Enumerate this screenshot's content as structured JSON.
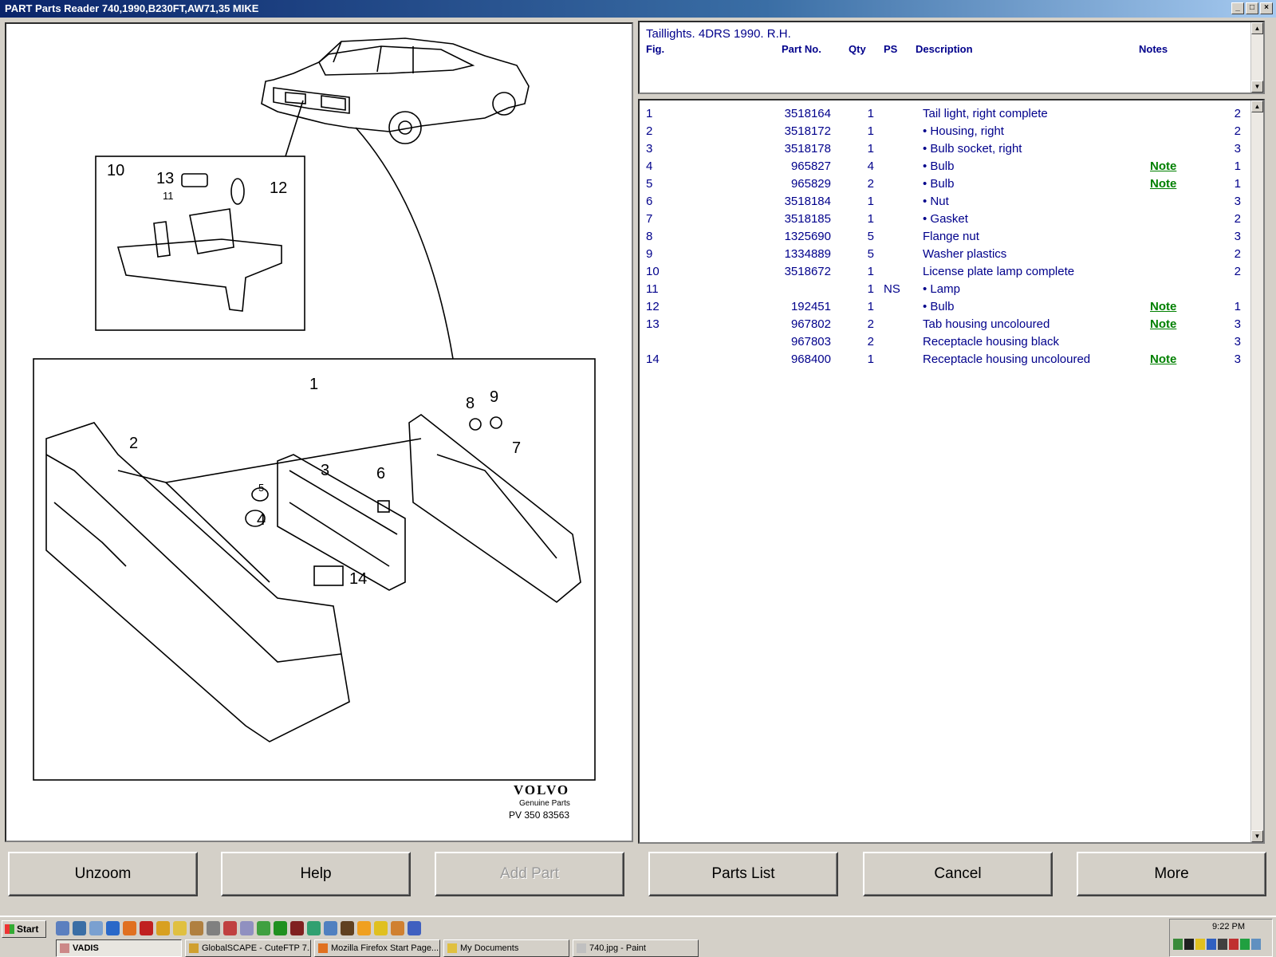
{
  "window": {
    "title": "PART Parts Reader 740,1990,B230FT,AW71,35 MIKE"
  },
  "header": {
    "title": "Taillights. 4DRS 1990. R.H.",
    "columns": {
      "fig": "Fig.",
      "part": "Part No.",
      "qty": "Qty",
      "ps": "PS",
      "desc": "Description",
      "notes": "Notes"
    }
  },
  "parts": [
    {
      "fig": "1",
      "part": "3518164",
      "qty": "1",
      "ps": "",
      "desc": "Tail light, right complete",
      "note": "",
      "rt": "2"
    },
    {
      "fig": "2",
      "part": "3518172",
      "qty": "1",
      "ps": "",
      "desc": "• Housing, right",
      "note": "",
      "rt": "2"
    },
    {
      "fig": "3",
      "part": "3518178",
      "qty": "1",
      "ps": "",
      "desc": "• Bulb socket, right",
      "note": "",
      "rt": "3"
    },
    {
      "fig": "4",
      "part": "965827",
      "qty": "4",
      "ps": "",
      "desc": "• Bulb",
      "note": "Note",
      "rt": "1"
    },
    {
      "fig": "5",
      "part": "965829",
      "qty": "2",
      "ps": "",
      "desc": "• Bulb",
      "note": "Note",
      "rt": "1"
    },
    {
      "fig": "6",
      "part": "3518184",
      "qty": "1",
      "ps": "",
      "desc": "• Nut",
      "note": "",
      "rt": "3"
    },
    {
      "fig": "7",
      "part": "3518185",
      "qty": "1",
      "ps": "",
      "desc": "• Gasket",
      "note": "",
      "rt": "2"
    },
    {
      "fig": "8",
      "part": "1325690",
      "qty": "5",
      "ps": "",
      "desc": "Flange nut",
      "note": "",
      "rt": "3"
    },
    {
      "fig": "9",
      "part": "1334889",
      "qty": "5",
      "ps": "",
      "desc": "Washer plastics",
      "note": "",
      "rt": "2"
    },
    {
      "fig": "10",
      "part": "3518672",
      "qty": "1",
      "ps": "",
      "desc": "License plate lamp complete",
      "note": "",
      "rt": "2"
    },
    {
      "fig": "11",
      "part": "",
      "qty": "1",
      "ps": "NS",
      "desc": "• Lamp",
      "note": "",
      "rt": ""
    },
    {
      "fig": "12",
      "part": "192451",
      "qty": "1",
      "ps": "",
      "desc": "• Bulb",
      "note": "Note",
      "rt": "1"
    },
    {
      "fig": "13",
      "part": "967802",
      "qty": "2",
      "ps": "",
      "desc": "Tab housing uncoloured",
      "note": "Note",
      "rt": "3"
    },
    {
      "fig": "",
      "part": "967803",
      "qty": "2",
      "ps": "",
      "desc": "Receptacle housing black",
      "note": "",
      "rt": "3"
    },
    {
      "fig": "14",
      "part": "968400",
      "qty": "1",
      "ps": "",
      "desc": "Receptacle housing uncoloured",
      "note": "Note",
      "rt": "3"
    }
  ],
  "diagram": {
    "callouts": [
      "10",
      "13",
      "11",
      "12",
      "1",
      "2",
      "3",
      "4",
      "5",
      "6",
      "7",
      "8",
      "9",
      "14"
    ],
    "brand": "VOLVO",
    "brand_sub": "Genuine Parts",
    "ref": "PV 350 83563"
  },
  "buttons": {
    "unzoom": "Unzoom",
    "help": "Help",
    "add_part": "Add Part",
    "parts_list": "Parts List",
    "cancel": "Cancel",
    "more": "More"
  },
  "taskbar": {
    "start": "Start",
    "tasks": [
      "VADIS",
      "GlobalSCAPE - CuteFTP 7...",
      "Mozilla Firefox Start Page...",
      "My Documents",
      "740.jpg - Paint"
    ],
    "clock": "9:22 PM"
  }
}
